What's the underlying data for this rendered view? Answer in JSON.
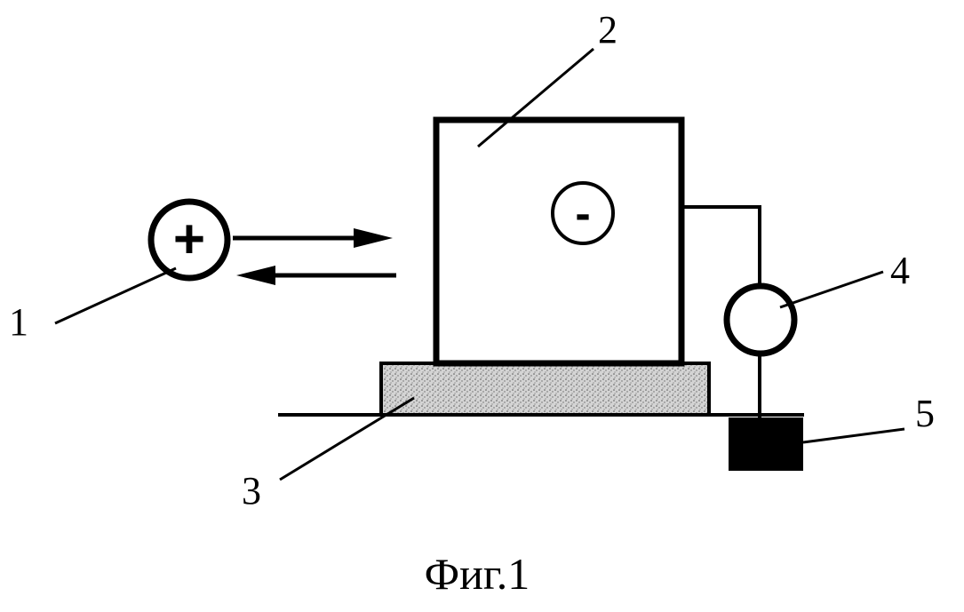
{
  "figure": {
    "caption": "Фиг.1",
    "labels": {
      "ion": "1",
      "body": "2",
      "substrate": "3",
      "meter": "4",
      "ground": "5"
    },
    "symbols": {
      "positive": "+",
      "negative": "-"
    },
    "colors": {
      "line": "#000000",
      "substrate_fill": "#d4d4d4",
      "ground_block": "#000000"
    }
  }
}
